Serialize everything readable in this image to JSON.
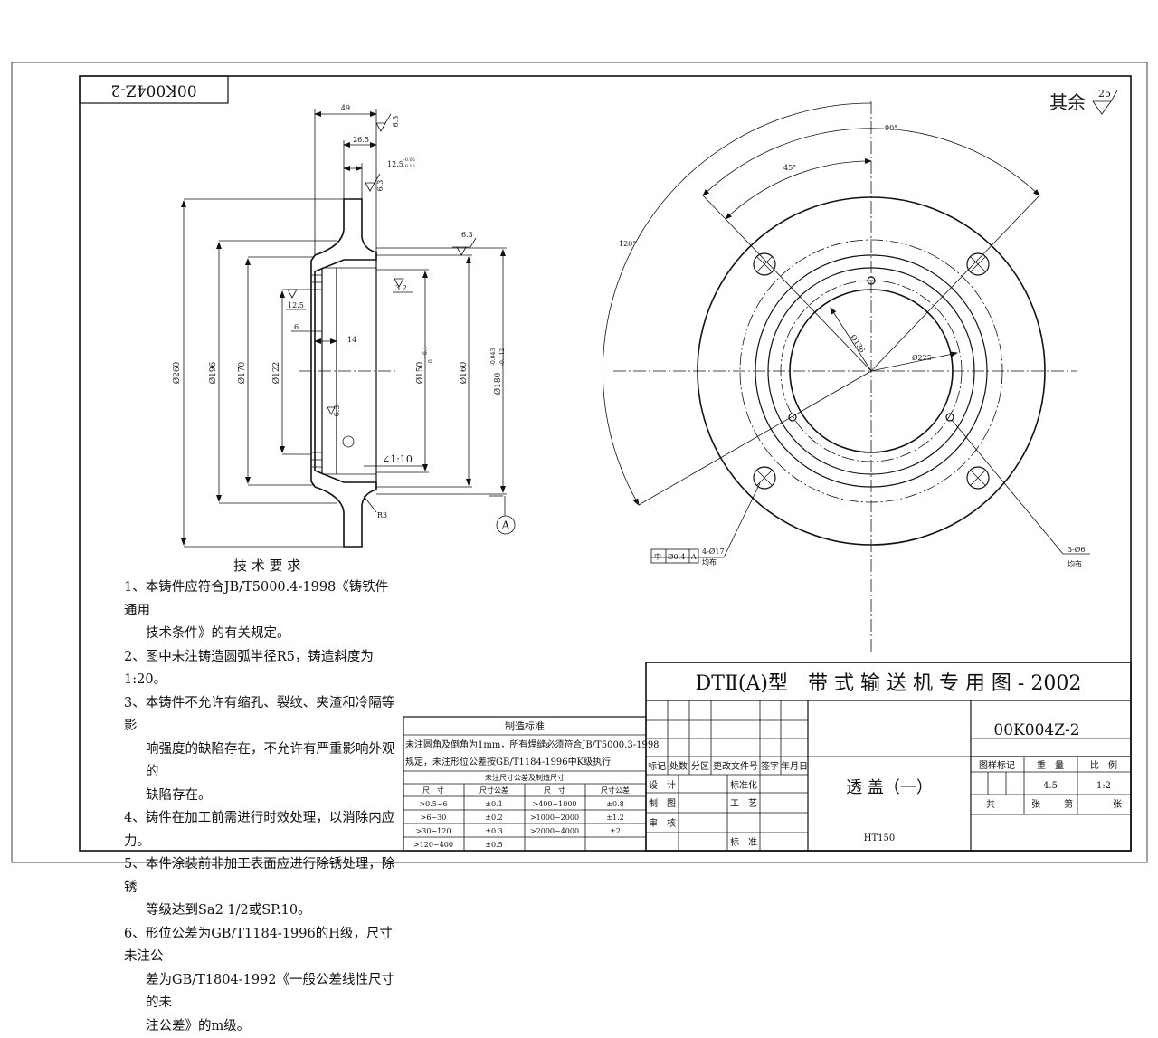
{
  "drawing_no_rotated": "00K004Z-2",
  "roughness_rest": {
    "label": "其余",
    "value": "25"
  },
  "section": {
    "dims": {
      "d49": "49",
      "d26_5": "26.5",
      "d12_5": "12.5",
      "d12_5_tol_up": "-0.05",
      "d12_5_tol_dn": "-0.16",
      "phi260": "Ø260",
      "phi196": "Ø196",
      "phi170": "Ø170",
      "phi122": "Ø122",
      "phi150": "Ø150",
      "phi150_tol_up": "+0.1",
      "phi150_tol_dn": "0",
      "phi160": "Ø160",
      "phi180": "Ø180",
      "phi180_tol_up": "-0.043",
      "phi180_tol_dn": "-0.112",
      "d6": "6",
      "d14": "14",
      "r3": "R3",
      "taper": "∠1:10"
    },
    "roughness": {
      "r63a": "6.3",
      "r63b": "6.3",
      "r63c": "6.3",
      "r63d": "6.3",
      "r32": "3.2",
      "r125": "12.5"
    },
    "view_label": "A"
  },
  "plan_view": {
    "angle_90": "90°",
    "angle_45": "45°",
    "angle_120": "120°",
    "phi136": "Ø136",
    "phi225": "Ø225",
    "note_holes4": "4-Ø17",
    "note_holes4_sub": "均布",
    "note_holes3": "3-Ø6",
    "note_holes3_sub": "均布",
    "position_tol": {
      "sym": "中",
      "val": "Ø0.4",
      "ref": "A"
    }
  },
  "tech_requirements": {
    "title": "技 术 要 求",
    "items": [
      [
        "1、本铸件应符合JB/T5000.4-1998《铸铁件通用",
        "技术条件》的有关规定。"
      ],
      [
        "2、图中未注铸造圆弧半径R5，铸造斜度为1:20。"
      ],
      [
        "3、本铸件不允许有缩孔、裂纹、夹渣和冷隔等影",
        "响强度的缺陷存在，不允许有严重影响外观的",
        "缺陷存在。"
      ],
      [
        "4、铸件在加工前需进行时效处理，以消除内应力。"
      ],
      [
        "5、本件涂装前非加工表面应进行除锈处理，除锈",
        "等级达到Sa2 1/2或SP.10。"
      ],
      [
        "6、形位公差为GB/T1184-1996的H级，尺寸未注公",
        "差为GB/T1804-1992《一般公差线性尺寸的未",
        "注公差》的m级。"
      ]
    ]
  },
  "mfg_standard": {
    "title": "制造标准",
    "line1": "未注圆角及倒角为1mm，所有焊缝必须符合JB/T5000.3-1998",
    "line2": "规定，未注形位公差按GB/T1184-1996中K级执行",
    "table_title": "未注尺寸公差及制造尺寸",
    "headers": [
      "尺　寸",
      "尺寸公差",
      "尺　寸",
      "尺寸公差"
    ],
    "rows": [
      [
        ">0.5~6",
        "±0.1",
        ">400~1000",
        "±0.8"
      ],
      [
        ">6~30",
        "±0.2",
        ">1000~2000",
        "±1.2"
      ],
      [
        ">30~120",
        "±0.3",
        ">2000~4000",
        "±2"
      ],
      [
        ">120~400",
        "±0.5",
        "",
        ""
      ]
    ]
  },
  "title_block": {
    "series": "DTⅡ(A)型　带 式 输 送 机 专 用 图 - 2002",
    "drawing_no": "00K004Z-2",
    "part_name": "透 盖（一）",
    "material": "HT150",
    "rev_headers": [
      "标记",
      "处数",
      "分区",
      "更改文件号",
      "签字",
      "年月日"
    ],
    "sign_rows": {
      "design": "设　计",
      "draw": "制　图",
      "review": "审　核",
      "stdize": "标准化",
      "process": "工　艺",
      "standard": "标　准"
    },
    "attr_headers": [
      "图样标记",
      "重　量",
      "比　例"
    ],
    "weight": "4.5",
    "scale": "1:2",
    "sheet_total": "共",
    "sheet_unit": "张",
    "sheet_no": "第",
    "sheet_unit2": "张"
  }
}
